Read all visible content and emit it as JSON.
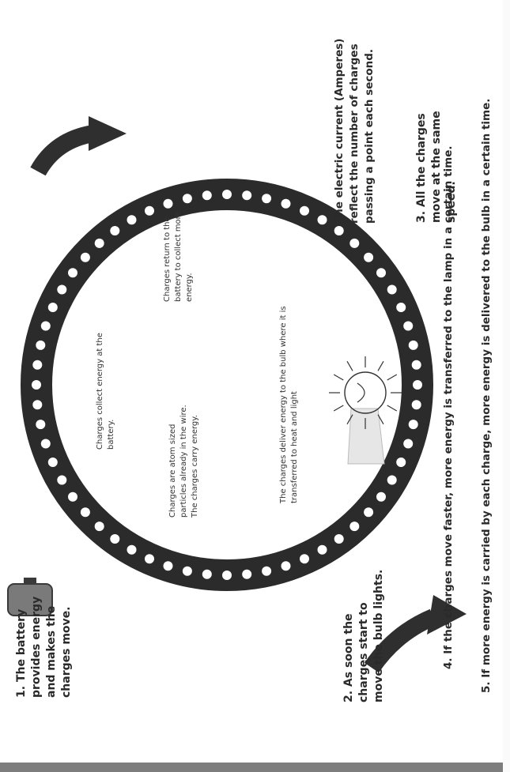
{
  "colors": {
    "ring": "#2b2b2b",
    "charge": "#ffffff",
    "battery": "#7a7a7a",
    "arrow": "#2f2f2f",
    "bulb_glow": "#e6e6e6"
  },
  "icons": [
    "battery-icon",
    "bulb-icon",
    "arrow-icon"
  ],
  "labels": {
    "step1": "1. The battery provides energy and makes the charges move.",
    "step2": "2. As soon the charges start to move the bulb lights.",
    "step3": "3. All the charges move at the same speed.",
    "current_note": "The electric current (Amperes) reflect the number of charges passing a point each second.",
    "atom_note": "Charges are atom sized particles already in the wire. The charges carry energy.",
    "collect_note": "Charges collect energy at the battery.",
    "return_note": "Charges return to the battery to collect more energy.",
    "deliver_note": "The charges deliver energy to the bulb where it is transferred to heat and light",
    "note4": "4. If the charges move faster, more energy is transferred to the lamp in a certain time.",
    "note5": "5. If more energy is carried by each charge, more energy is delivered to the bulb in a certain time."
  }
}
